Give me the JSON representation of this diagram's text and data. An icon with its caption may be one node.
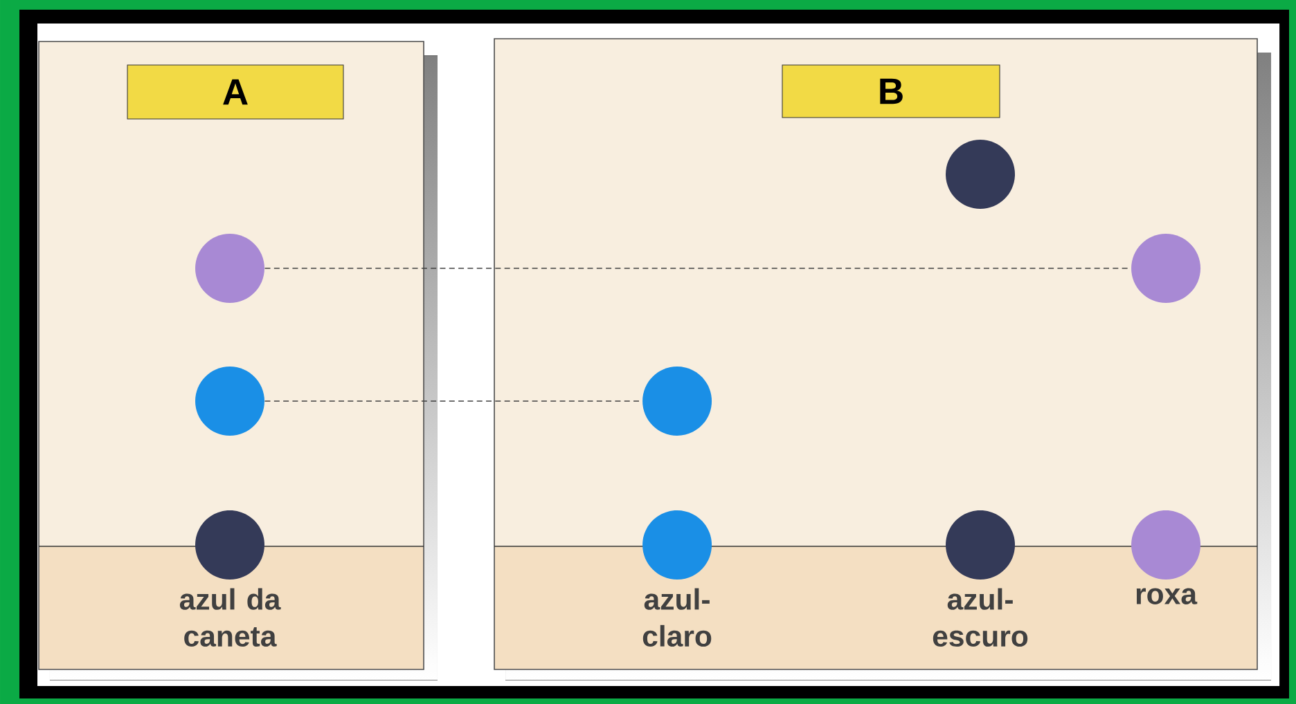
{
  "diagram": {
    "nodes": [
      {
        "text": [],
        "shape": "box"
      },
      {
        "text": [
          "A"
        ],
        "in": 0
      },
      {
        "text": [],
        "shape": "circle",
        "in": 0
      },
      {
        "text": [],
        "shape": "circle",
        "in": 0
      },
      {
        "text": [],
        "shape": "circle",
        "in": 0,
        "beside": [
          "azul da caneta"
        ]
      },
      {
        "text": [],
        "shape": "box"
      },
      {
        "text": [
          "B"
        ],
        "in": 5
      },
      {
        "text": [],
        "shape": "circle",
        "in": 5
      },
      {
        "text": [],
        "shape": "circle",
        "in": 5
      },
      {
        "text": [],
        "shape": "circle",
        "in": 5
      },
      {
        "text": [],
        "shape": "circle",
        "in": 5,
        "beside": [
          "azul-claro"
        ]
      },
      {
        "text": [],
        "shape": "circle",
        "in": 5,
        "beside": [
          "azul-escuro"
        ]
      },
      {
        "text": [],
        "shape": "circle",
        "in": 5,
        "beside": [
          "roxa"
        ]
      }
    ],
    "edges": [
      {
        "from": 2,
        "to": 8,
        "arrow": "none",
        "style": "dashed"
      },
      {
        "from": 3,
        "to": 9,
        "arrow": "none",
        "style": "dashed"
      }
    ]
  }
}
